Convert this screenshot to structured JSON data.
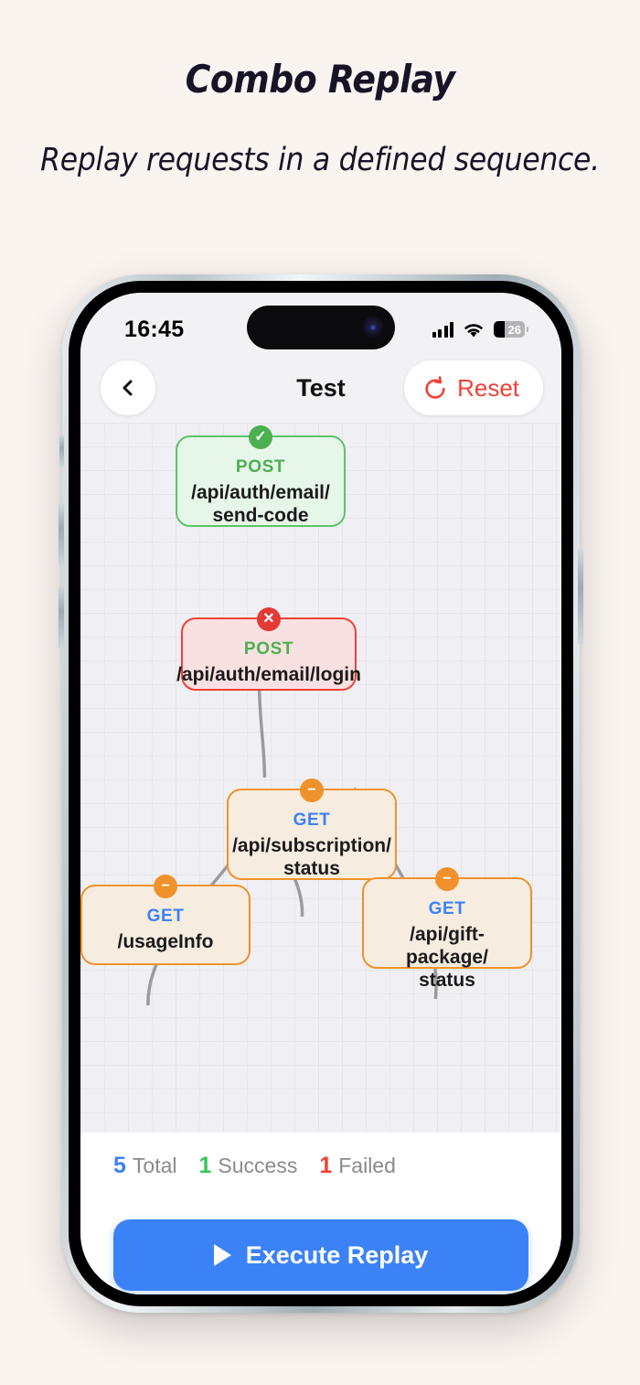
{
  "hero": {
    "title": "Combo Replay",
    "subtitle": "Replay requests in a defined sequence."
  },
  "phone": {
    "status_bar": {
      "time": "16:45",
      "signal_icon": "cellular-bars-icon",
      "wifi_icon": "wifi-icon",
      "battery_level": "26"
    },
    "nav_bar": {
      "back_icon": "chevron-left-icon",
      "title": "Test",
      "reset_icon": "rotate-ccw-icon",
      "reset_label": "Reset"
    },
    "graph": {
      "nodes": [
        {
          "id": "send-code",
          "status": "success",
          "badge_icon": "check-circle-icon",
          "badge_glyph": "✓",
          "method": "POST",
          "path": "/api/auth/email/\nsend-code",
          "path_line1": "/api/auth/email/",
          "path_line2": "send-code"
        },
        {
          "id": "login",
          "status": "failed",
          "badge_icon": "x-circle-icon",
          "badge_glyph": "✕",
          "method": "POST",
          "path": "/api/auth/email/login",
          "path_line1": "/api/auth/email/login",
          "path_line2": ""
        },
        {
          "id": "subscription-status",
          "status": "pending",
          "badge_icon": "minus-circle-icon",
          "badge_glyph": "−",
          "method": "GET",
          "path": "/api/subscription/\nstatus",
          "path_line1": "/api/subscription/",
          "path_line2": "status"
        },
        {
          "id": "usage-info",
          "status": "pending",
          "badge_icon": "minus-circle-icon",
          "badge_glyph": "−",
          "method": "GET",
          "path": "/usageInfo",
          "path_line1": "/usageInfo",
          "path_line2": ""
        },
        {
          "id": "gift-package-status",
          "status": "pending",
          "badge_icon": "minus-circle-icon",
          "badge_glyph": "−",
          "method": "GET",
          "path": "/api/gift-package/\nstatus",
          "path_line1": "/api/gift-package/",
          "path_line2": "status"
        }
      ]
    },
    "stats": [
      {
        "num": "5",
        "label": "Total",
        "color": "#3b82f6"
      },
      {
        "num": "1",
        "label": "Success",
        "color": "#34c759"
      },
      {
        "num": "1",
        "label": "Failed",
        "color": "#ef4136"
      }
    ],
    "execute": {
      "icon": "play-icon",
      "label": "Execute Replay"
    }
  },
  "colors": {
    "page_bg": "#faf4f0",
    "accent_blue": "#3b82f6",
    "success_green": "#4caf50",
    "failed_red": "#ef4136",
    "pending_orange": "#f0922c",
    "canvas_bg": "#f0f0f4"
  }
}
